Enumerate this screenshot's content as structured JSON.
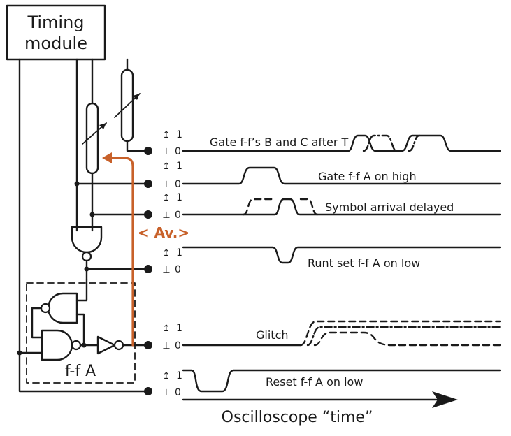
{
  "timing_module": {
    "line1": "Timing",
    "line2": "module"
  },
  "level_high": "1",
  "level_low": "0",
  "channels": [
    {
      "label": "Gate f-f’s B and C after T"
    },
    {
      "label": "Gate f-f A on high"
    },
    {
      "label": "Symbol arrival delayed"
    },
    {
      "label": "Runt set f-f A on low"
    },
    {
      "label": "Glitch"
    },
    {
      "label": "Reset f-f A on low"
    }
  ],
  "ff_label": "f-f A",
  "av_label": "< Av.>",
  "axis_label": "Oscilloscope “time”",
  "colors": {
    "ink": "#1a1a1a",
    "accent": "#c8612a"
  }
}
